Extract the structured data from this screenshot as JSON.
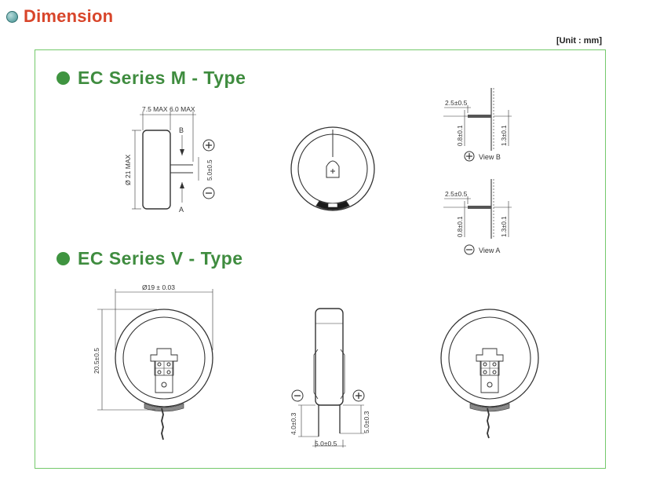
{
  "header": {
    "title": "Dimension"
  },
  "unit_label": "[Unit : mm]",
  "sections": [
    {
      "title": "EC Series M - Type"
    },
    {
      "title": "EC Series V - Type"
    }
  ],
  "m_type": {
    "side": {
      "top_dim": "7.5 MAX 6.0 MAX",
      "diameter": "Ø 21 MAX",
      "lead": "5.0±0.5",
      "label_b": "B",
      "label_a": "A"
    },
    "view_b": {
      "top": "2.5±0.5",
      "left": "0.8±0.1",
      "right": "1.3±0.1",
      "caption": "View B"
    },
    "view_a": {
      "top": "2.5±0.5",
      "left": "0.8±0.1",
      "right": "1.3±0.1",
      "caption": "View A"
    }
  },
  "v_type": {
    "front": {
      "diameter": "Ø19 ± 0.03",
      "height": "20.5±0.5"
    },
    "side": {
      "neg_len": "4.0±0.3",
      "pos_len": "5.0±0.3",
      "pitch": "5.0±0.5"
    }
  }
}
